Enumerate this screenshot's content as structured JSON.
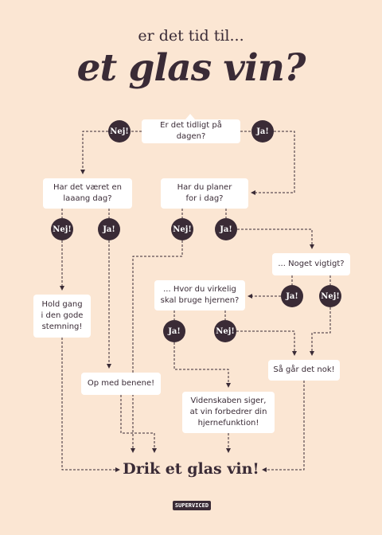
{
  "header": {
    "subtitle": "er det tid til...",
    "title": "et glas vin?"
  },
  "nodes": {
    "q_early": "Er det tidligt på dagen?",
    "q_long_day": [
      "Har det været en",
      "laaang dag?"
    ],
    "q_plans": [
      "Har du planer",
      "for i dag?"
    ],
    "q_important": "... Noget vigtigt?",
    "q_brain": [
      "... Hvor du virkelig",
      "skal bruge hjernen?"
    ],
    "a_keep_mood": [
      "Hold gang",
      "i den gode",
      "stemning!"
    ],
    "a_feet_up": "Op med benene!",
    "a_science": [
      "Videnskaben siger,",
      "at vin forbedrer din",
      "hjernefunktion!"
    ],
    "a_goes_fine": "Så går det nok!"
  },
  "answers": {
    "no": "Nej!",
    "yes": "Ja!"
  },
  "final": "Drik et glas vin!",
  "brand": "SUPERVICED",
  "colors": {
    "background": "#fbe6d3",
    "dark": "#3a2b36",
    "box": "#ffffff"
  }
}
